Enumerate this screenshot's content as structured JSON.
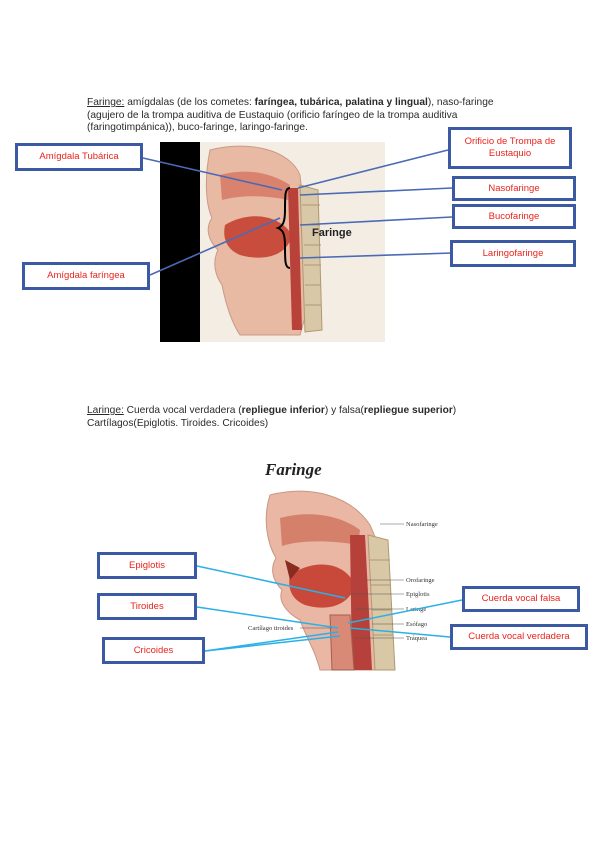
{
  "section1": {
    "heading": "Faringe:",
    "text_a": " amígdalas (de los cometes: ",
    "bold_a": "faríngea, tubárica, palatina y lingual",
    "text_b": "), naso-faringe (agujero de la trompa auditiva de Eustaquio (orificio faríngeo de la trompa auditiva (faringotimpánica)), buco-faringe, laringo-faringe.",
    "figure_label": "Faringe",
    "labels": {
      "amigdala_tubarica": "Amígdala Tubárica",
      "orificio": "Orificio de Trompa de Eustaquio",
      "nasofaringe": "Nasofaringe",
      "bucofaringe": "Bucofaringe",
      "laringofaringe": "Laringofaringe",
      "amigdala_faringea": "Amígdala faríngea"
    }
  },
  "section2": {
    "heading": "Laringe:",
    "text_a": " Cuerda vocal verdadera (",
    "bold_a": "repliegue inferior",
    "text_b": ") y falsa(",
    "bold_b": "repliegue superior",
    "text_c": ")",
    "line2": "Cartílagos(Epiglotis. Tiroides. Cricoides)",
    "figure_title": "Faringe",
    "figure_small_labels": {
      "nasofaringe": "Nasofaringe",
      "orofaringe": "Orofaringe",
      "epiglotis": "Epiglotis",
      "laringe": "Laringe",
      "esofago": "Esófago",
      "traquea": "Tráquea",
      "cartilago": "Cartílago tiroides"
    },
    "labels": {
      "epiglotis": "Epiglotis",
      "tiroides": "Tiroides",
      "cricoides": "Cricoides",
      "cuerda_falsa": "Cuerda vocal falsa",
      "cuerda_verdadera": "Cuerda vocal verdadera"
    }
  }
}
